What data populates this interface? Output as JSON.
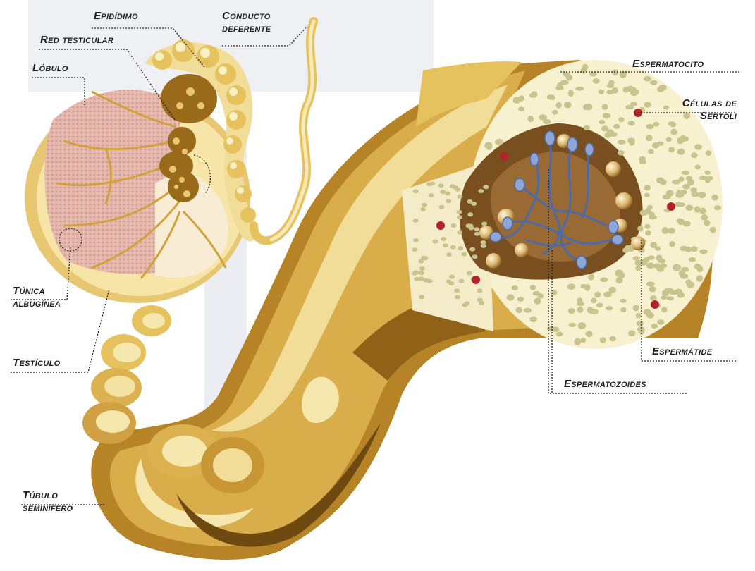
{
  "labels": {
    "epididimo": "Epidídimo",
    "conducto_1": "Conducto",
    "conducto_2": "deferente",
    "red_testicular": "Red testicular",
    "lobulo": "Lóbulo",
    "tunica_1": "Túnica",
    "tunica_2": "albugínea",
    "testiculo": "Testículo",
    "tubulo_1": "Túbulo",
    "tubulo_2": "seminífero",
    "espermatocito": "Espermatocito",
    "sertoli_1": "Células de",
    "sertoli_2": "Sertoli",
    "espermatide": "Espermátide",
    "espermatozoides": "Espermatozoides"
  },
  "colors": {
    "tubule_light": "#f6e7ae",
    "tubule_mid": "#e6c25e",
    "tubule_dark": "#a8761a",
    "tubule_darkest": "#6e4a10",
    "cross_section_bg": "#f8f1cf",
    "cells": "#c8c48e",
    "lumen": "#7a4f1f",
    "sperm": "#7d95c6",
    "sertoli_dots": "#b3222a",
    "lobule_pink": "#e2b2a8",
    "background_box": "#eef0f4"
  }
}
